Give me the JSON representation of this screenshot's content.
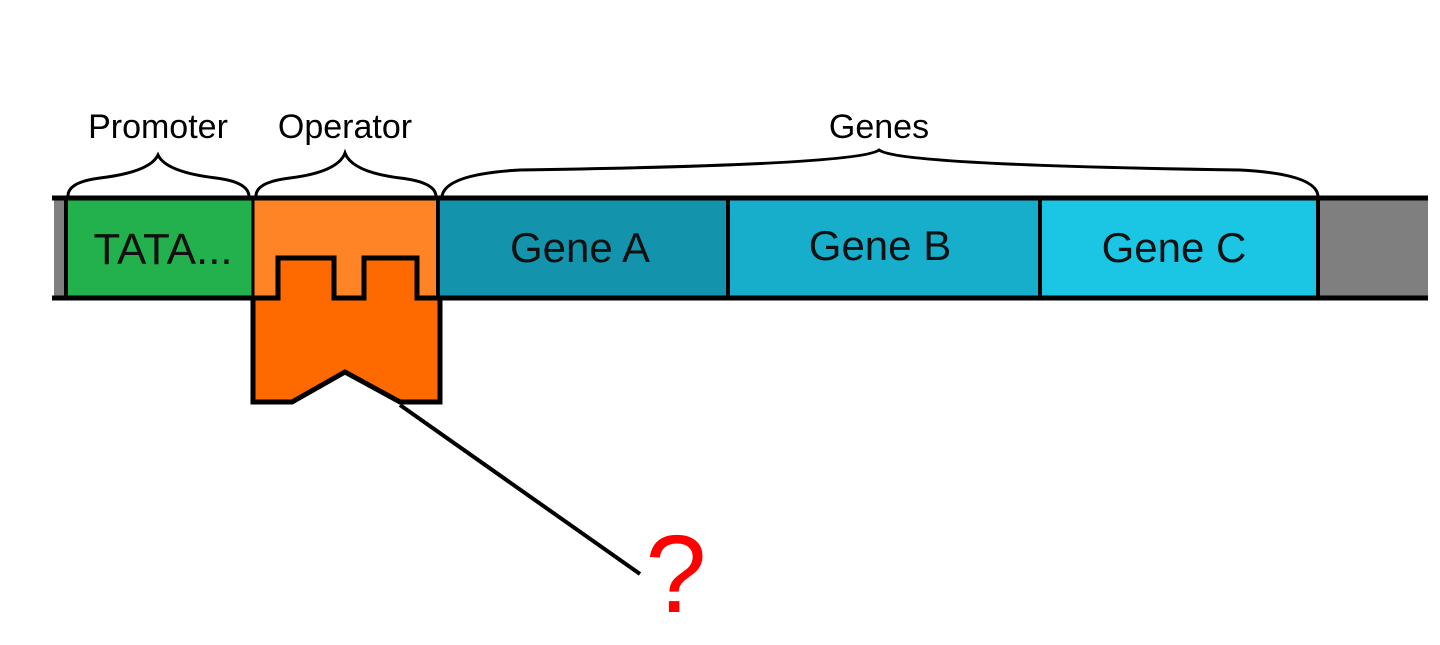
{
  "labels": {
    "promoter": "Promoter",
    "operator": "Operator",
    "genes": "Genes",
    "tata": "TATA...",
    "gene_a": "Gene A",
    "gene_b": "Gene B",
    "gene_c": "Gene C",
    "question": "?"
  },
  "colors": {
    "promoter": "#22b14c",
    "operator": "#ff8426",
    "repressor": "#ff6a00",
    "gene_a": "#1493ad",
    "gene_b": "#17aecb",
    "gene_c": "#1ac6e4",
    "flank": "#7f7f7f",
    "question": "#ff0000"
  }
}
